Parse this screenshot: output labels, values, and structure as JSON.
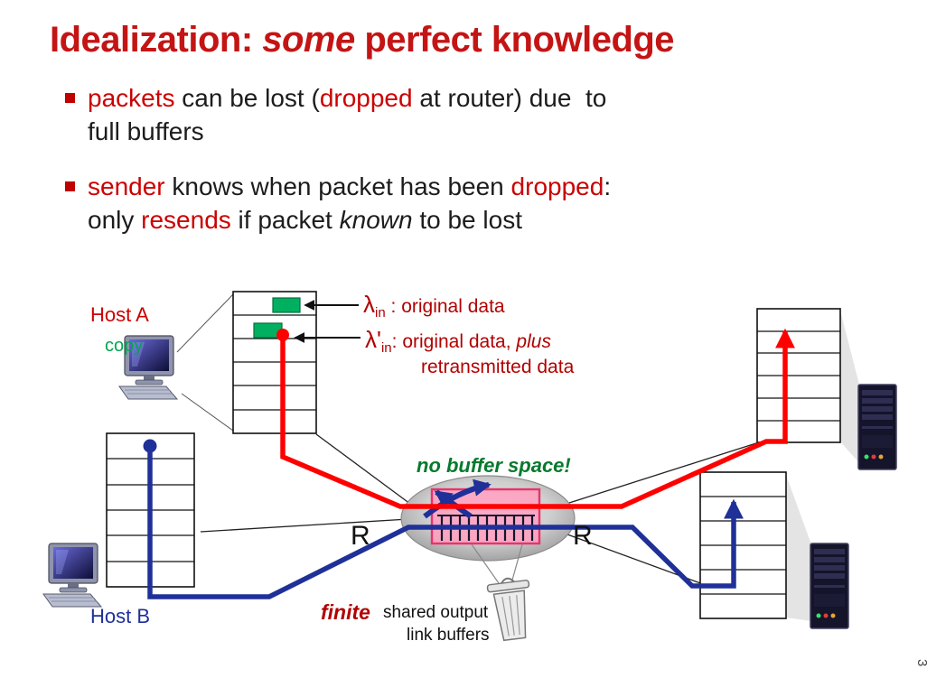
{
  "slide": {
    "title": {
      "part1": "Idealization: ",
      "emph": "some",
      "part2": " perfect knowledge"
    },
    "bullets": [
      {
        "line1": [
          "packets",
          " can be lost (",
          "dropped",
          " at router) due  to"
        ],
        "line2": [
          "full buffers"
        ]
      },
      {
        "line1": [
          "sender",
          " knows when packet has been ",
          "dropped",
          ":"
        ],
        "line2": [
          "only ",
          "resends",
          " if packet ",
          "known",
          " to be lost"
        ]
      }
    ]
  },
  "diagram": {
    "host_a_label": "Host A",
    "copy_label": "copy",
    "host_b_label": "Host B",
    "lambda_in": {
      "sym": "λ",
      "sub": "in",
      "rest": " : original data"
    },
    "lambda_prime": {
      "sym": "λ'",
      "sub": "in",
      "rest": ": original data, ",
      "emph": "plus",
      "line2": "retransmitted data"
    },
    "no_buffer_label": "no buffer space!",
    "router_left_label": "R",
    "router_right_label": "R",
    "finite_label": "finite",
    "shared_output_label": "shared output",
    "link_buffers_label": "link buffers",
    "page_number": "3"
  },
  "colors": {
    "accent_red": "#cc0000",
    "flow_red": "#ff0000",
    "flow_blue": "#1f3099",
    "packet_green": "#00b060",
    "label_green": "#00a550",
    "dark_red_label": "#b20000",
    "buffer_pink": "#ff9fc0",
    "buffer_border": "#e8336b",
    "no_buffer_green": "#067a2d"
  }
}
